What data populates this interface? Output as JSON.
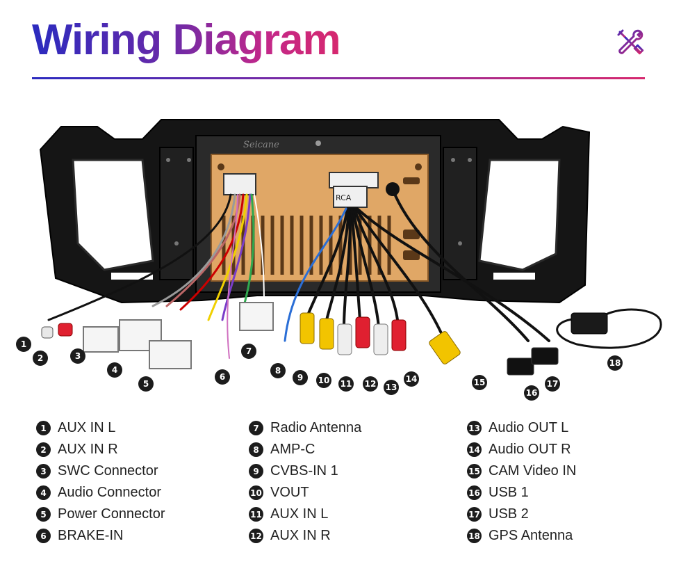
{
  "header": {
    "title": "Wiring Diagram"
  },
  "figure": {
    "brand_text": "Seicane",
    "label_text": "RCA"
  },
  "markers": [
    "1",
    "2",
    "3",
    "4",
    "5",
    "6",
    "7",
    "8",
    "9",
    "10",
    "11",
    "12",
    "13",
    "14",
    "15",
    "16",
    "17",
    "18"
  ],
  "legend": {
    "columns": [
      [
        {
          "num": "1",
          "label": "AUX IN L"
        },
        {
          "num": "2",
          "label": "AUX IN R"
        },
        {
          "num": "3",
          "label": "SWC Connector"
        },
        {
          "num": "4",
          "label": "Audio Connector"
        },
        {
          "num": "5",
          "label": "Power Connector"
        },
        {
          "num": "6",
          "label": "BRAKE-IN"
        }
      ],
      [
        {
          "num": "7",
          "label": "Radio Antenna"
        },
        {
          "num": "8",
          "label": "AMP-C"
        },
        {
          "num": "9",
          "label": "CVBS-IN 1"
        },
        {
          "num": "10",
          "label": "VOUT"
        },
        {
          "num": "11",
          "label": "AUX IN L"
        },
        {
          "num": "12",
          "label": "AUX IN R"
        }
      ],
      [
        {
          "num": "13",
          "label": "Audio OUT L"
        },
        {
          "num": "14",
          "label": "Audio OUT R"
        },
        {
          "num": "15",
          "label": "CAM Video IN"
        },
        {
          "num": "16",
          "label": "USB 1"
        },
        {
          "num": "17",
          "label": "USB 2"
        },
        {
          "num": "18",
          "label": "GPS Antenna"
        }
      ]
    ]
  },
  "colors": {
    "title_gradient_start": "#2b2bbf",
    "title_gradient_end": "#d6286e",
    "marker_fill": "#1c1c1c",
    "board": "#e0a766",
    "frame": "#111111"
  }
}
